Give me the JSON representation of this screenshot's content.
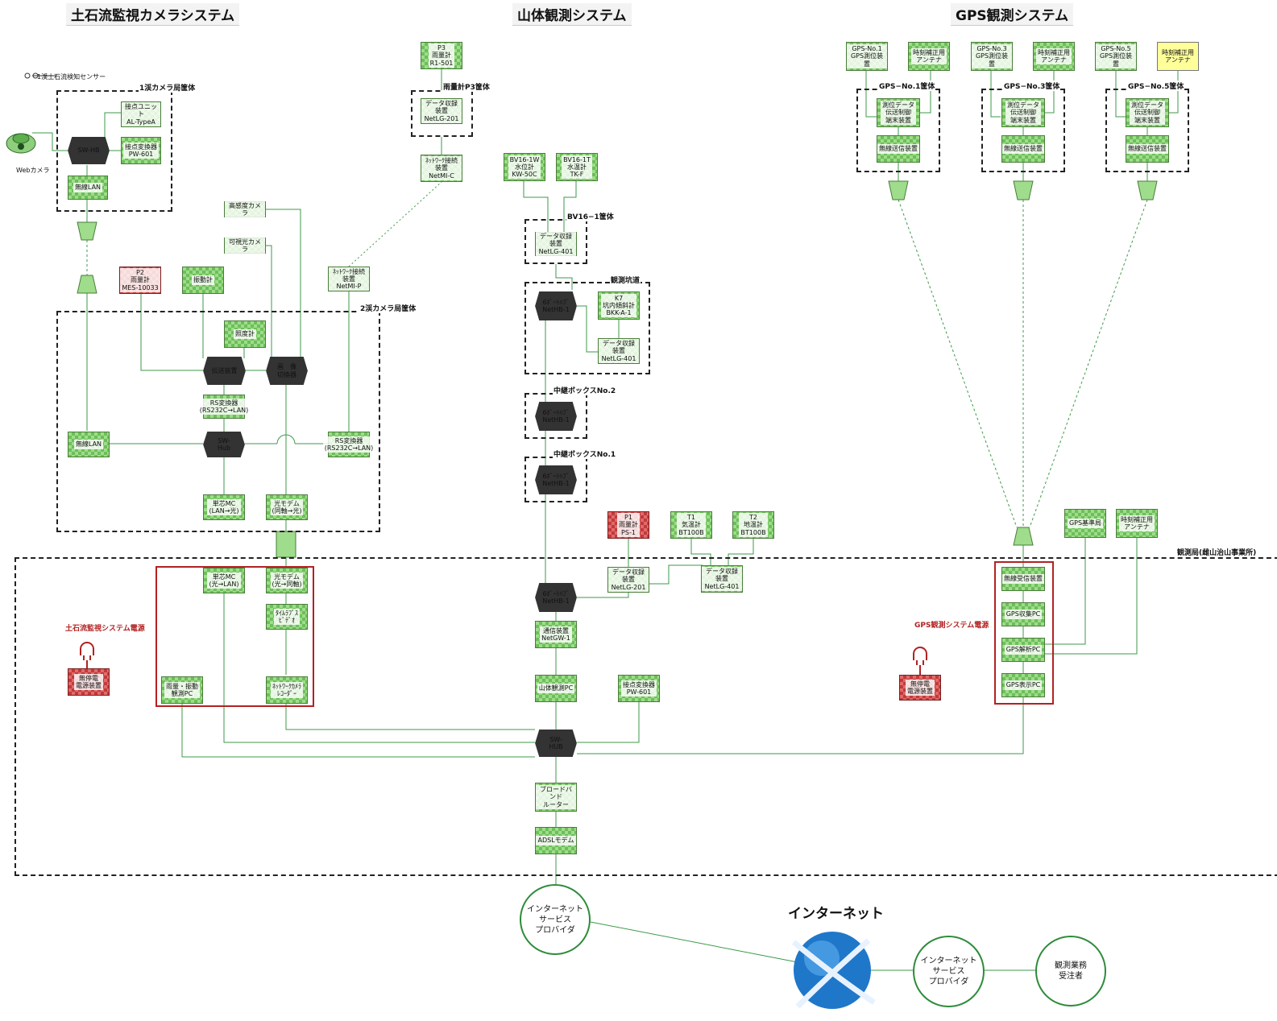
{
  "titles": {
    "debris": "土石流監視カメラシステム",
    "mountain": "山体観測システム",
    "gps": "GPS観測システム",
    "internet": "インターネット"
  },
  "frames": {
    "cam1": "1渓カメラ局筐体",
    "cam2": "2渓カメラ局筐体",
    "rain_p3": "雨量計P3筐体",
    "bv16": "BV16−1筐体",
    "tunnel": "観測坑道",
    "relay2": "中継ボックスNo.2",
    "relay1": "中継ボックスNo.1",
    "gps1": "GPS−No.1筐体",
    "gps3": "GPS−No.3筐体",
    "gps5": "GPS−No.5筐体",
    "station": "観測局(雌山治山事業所)",
    "debris_power": "土石流監視システム電源",
    "gps_power": "GPS観測システム電源"
  },
  "labels": {
    "sensor": "1渓土石流検知センサー",
    "webcam": "Webカメラ"
  },
  "nodes": {
    "relay_unit": "接点ユニット\nAL-TypeA",
    "contact_conv1": "接点変換器\nPW-601",
    "swhb": "SW-HB",
    "wlan1": "無線LAN",
    "hs_cam": "高感度カメラ",
    "vis_cam": "可視光カメラ",
    "p2_rain": "P2\n雨量計\nMES-10033",
    "vib": "振動計",
    "lux": "照度計",
    "netmip": "ﾈｯﾄﾜｰｸ接続装置\nNetMI-P",
    "trans": "伝送装置",
    "vsw": "画　像\n切換器",
    "rsconv1": "RS変換器\n(RS232C→LAN)",
    "wlan2": "無線LAN",
    "swhub2": "SW-\nHub",
    "rsconv2": "RS変換器\n(RS232C→LAN)",
    "mc1": "単芯MC\n(LAN→光)",
    "om1": "光モデム\n(同軸→光)",
    "p3_rain": "P3\n雨量計\nR1-501",
    "netlg201a": "データ収録装置\nNetLG-201",
    "netmic": "ﾈｯﾄﾜｰｸ接続装置\nNetMI-C",
    "bv1w": "BV16-1W\n水位計\nKW-50C",
    "bv1t": "BV16-1T\n水温計\nTK-F",
    "netlg401a": "データ収録装置\nNetLG-401",
    "hub6a": "6ﾎﾟｰﾄﾊﾌﾞ\nNetHB-1",
    "k7": "K7\n坑内傾斜計\nBKK-A-1",
    "netlg401b": "データ収録装置\nNetLG-401",
    "hub6b": "6ﾎﾟｰﾄﾊﾌﾞ\nNetHB-1",
    "hub6c": "6ﾎﾟｰﾄﾊﾌﾞ\nNetHB-1",
    "p1_rain": "P1\n雨量計\nPS-1",
    "t1": "T1\n気温計\nBT100B",
    "t2": "T2\n地温計\nBT100B",
    "netlg201b": "データ収録装置\nNetLG-201",
    "netlg401c": "データ収録装置\nNetLG-401",
    "hub6d": "6ﾎﾟｰﾄﾊﾌﾞ\nNetHB-1",
    "netgw": "通信装置\nNetGW-1",
    "mtpc": "山体観測PC",
    "contact_conv2": "接点変換器\nPW-601",
    "mc2": "単芯MC\n(光→LAN)",
    "om2": "光モデム\n(光→同軸)",
    "timelapse": "ﾀｲﾑﾗﾌﾟｽ\nﾋﾞﾃﾞｵ",
    "rainpc": "雨量・振動\n観測PC",
    "netcam": "ﾈｯﾄﾜｰｸｶﾒﾗ\nﾚｺｰﾀﾞｰ",
    "ups1": "無停電\n電源装置",
    "swhub_main": "SW-\nHUB",
    "router": "ブロードバンド\nルーター",
    "adsl": "ADSLモデム",
    "gps1": "GPS-No.1\nGPS測位装置",
    "ant1": "時刻補正用\nアンテナ",
    "gps3": "GPS-No.3\nGPS測位装置",
    "ant3": "時刻補正用\nアンテナ",
    "gps5": "GPS-No.5\nGPS測位装置",
    "ant5": "時刻補正用\nアンテナ",
    "ctrl1": "測位データ\n伝送制御\n端末装置",
    "tx1": "無線送信装置",
    "ctrl3": "測位データ\n伝送制御\n端末装置",
    "tx3": "無線送信装置",
    "ctrl5": "測位データ\n伝送制御\n端末装置",
    "tx5": "無線送信装置",
    "gpsbase": "GPS基準局",
    "antbase": "時刻補正用\nアンテナ",
    "rx": "無線受信装置",
    "gpscollect": "GPS収集PC",
    "gpsanalyze": "GPS解析PC",
    "gpsdisplay": "GPS表示PC",
    "ups2": "無停電\n電源装置"
  },
  "circles": {
    "isp1": "インターネット\nサービス\nプロバイダ",
    "isp2": "インターネット\nサービス\nプロバイダ",
    "client": "観測業務\n受注者"
  }
}
